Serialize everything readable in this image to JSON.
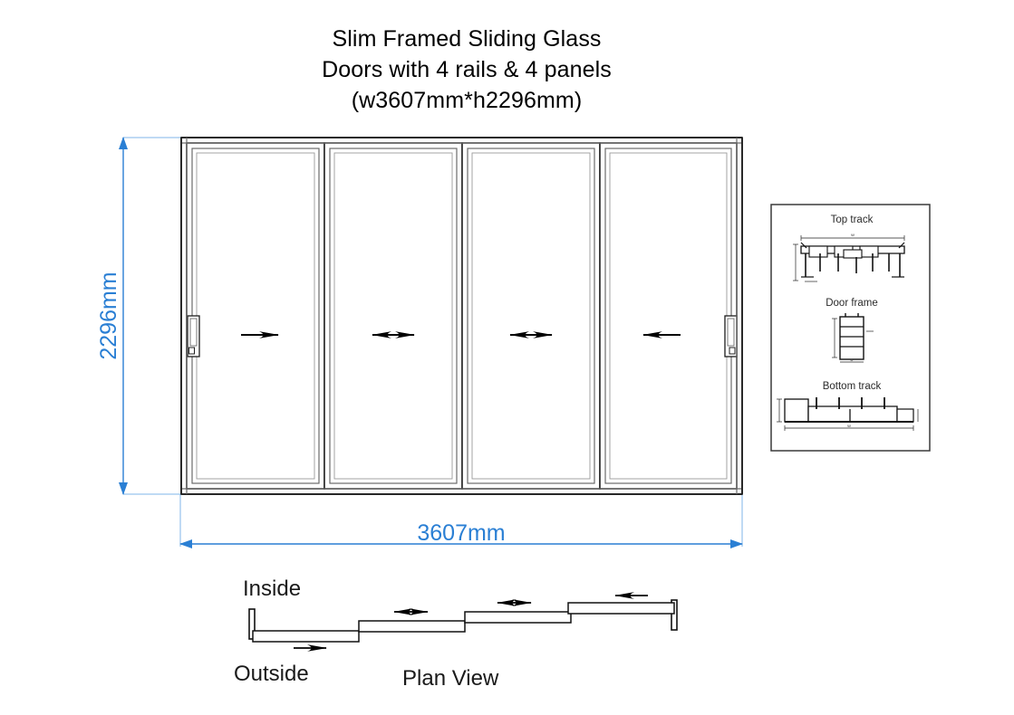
{
  "title": {
    "line1": "Slim Framed Sliding Glass",
    "line2": "Doors with 4 rails & 4 panels",
    "line3": "(w3607mm*h2296mm)"
  },
  "dimensions": {
    "width_label": "3607mm",
    "height_label": "2296mm",
    "width_value": 3607,
    "height_value": 2296,
    "units": "mm"
  },
  "elevation": {
    "panel_count": 4,
    "rail_count": 4,
    "panels": [
      {
        "index": 1,
        "arrow": "right",
        "handle": "left-edge"
      },
      {
        "index": 2,
        "arrow": "both",
        "handle": "none"
      },
      {
        "index": 3,
        "arrow": "both",
        "handle": "none"
      },
      {
        "index": 4,
        "arrow": "left",
        "handle": "right-edge"
      }
    ]
  },
  "details": {
    "items": [
      {
        "label": "Top track"
      },
      {
        "label": "Door frame"
      },
      {
        "label": "Bottom track"
      }
    ]
  },
  "plan_view": {
    "caption": "Plan View",
    "inside_label": "Inside",
    "outside_label": "Outside",
    "panels": [
      {
        "index": 1,
        "arrow": "right"
      },
      {
        "index": 2,
        "arrow": "both"
      },
      {
        "index": 3,
        "arrow": "both"
      },
      {
        "index": 4,
        "arrow": "left"
      }
    ]
  },
  "colors": {
    "dimension_blue": "#2a7fd4",
    "line_dark": "#1c1c1c",
    "line_gray": "#6b6b6b",
    "background": "#ffffff"
  }
}
